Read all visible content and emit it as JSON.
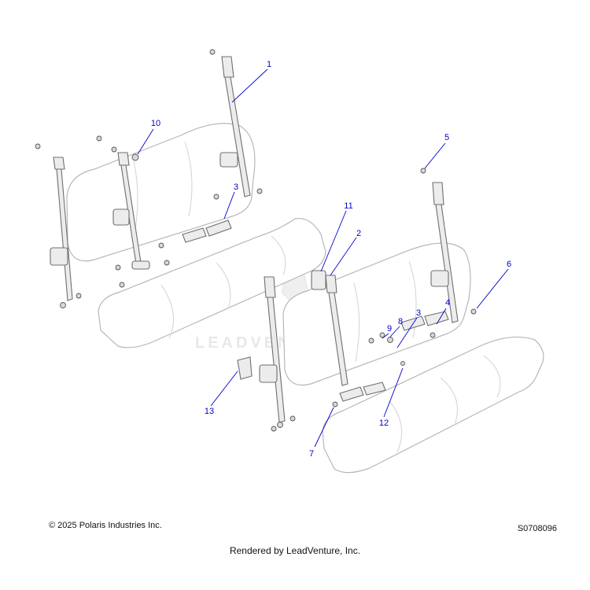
{
  "watermark": "LEADVENTURE",
  "callouts": [
    {
      "num": "1"
    },
    {
      "num": "2"
    },
    {
      "num": "3"
    },
    {
      "num": "3"
    },
    {
      "num": "4"
    },
    {
      "num": "5"
    },
    {
      "num": "6"
    },
    {
      "num": "7"
    },
    {
      "num": "8"
    },
    {
      "num": "9"
    },
    {
      "num": "10"
    },
    {
      "num": "11"
    },
    {
      "num": "12"
    },
    {
      "num": "13"
    }
  ],
  "footer": {
    "copyright": "© 2025 Polaris Industries Inc.",
    "part_code": "S0708096",
    "rendered_by": "Rendered by LeadVenture, Inc."
  },
  "colors": {
    "callout": "#0000cc",
    "line_art": "#6f6f6f"
  }
}
